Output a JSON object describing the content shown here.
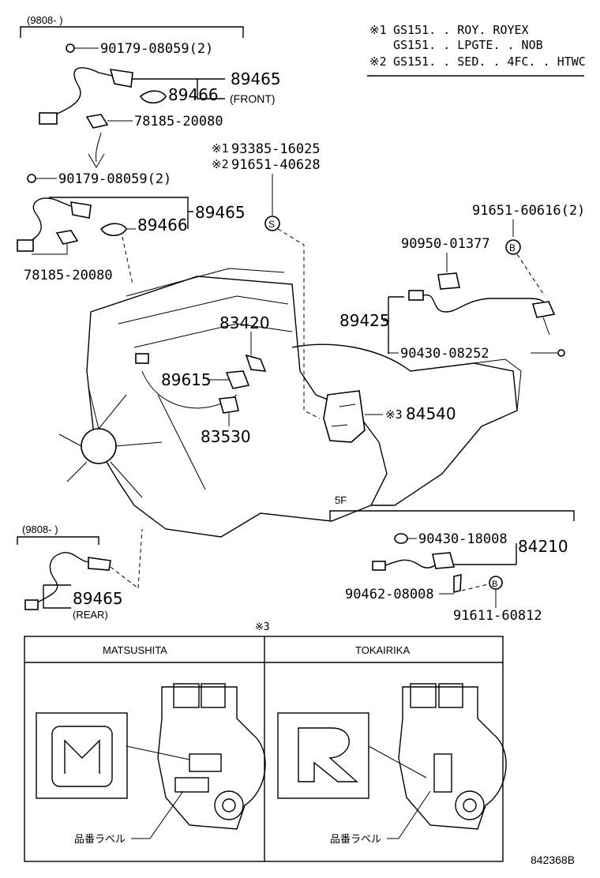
{
  "notes": {
    "n1_mark": "※1",
    "n1_line1": "GS151. . ROY. ROYEX",
    "n1_line2": "GS151. . LPGTE. . NOB",
    "n2_mark": "※2",
    "n2_line": "GS151. . SED. . 4FC. . HTWC"
  },
  "top_group": {
    "range": "(9808-          )",
    "p1": "90179-08059(2)",
    "p2": "89465",
    "p3": "89466",
    "p3_note": "(FRONT)",
    "p4": "78185-20080"
  },
  "mid_group": {
    "p1": "90179-08059(2)",
    "p2": "89465",
    "p3": "89466",
    "p4": "78185-20080"
  },
  "center_parts": {
    "s1_mark": "※1",
    "s1_part": "93385-16025",
    "s2_mark": "※2",
    "s2_part": "91651-40628",
    "s_symbol": "S",
    "p83420": "83420",
    "p89615": "89615",
    "p83530": "83530",
    "p84540_mark": "※3",
    "p84540": "84540"
  },
  "right_group": {
    "p1": "91651-60616(2)",
    "p2": "90950-01377",
    "p3": "89425",
    "p4": "90430-08252",
    "b_symbol": "B"
  },
  "sf_group": {
    "range": "5F",
    "p1": "90430-18008",
    "p2": "84210",
    "p3": "90462-08008",
    "p4": "91611-60812",
    "b_symbol": "B"
  },
  "rear_group": {
    "range": "(9808-        )",
    "p1": "89465",
    "p1_note": "(REAR)"
  },
  "inset": {
    "mark": "※3",
    "left_title": "MATSUSHITA",
    "right_title": "TOKAIRIKA",
    "left_caption": "品番ラベル",
    "right_caption": "品番ラベル"
  },
  "footer_code": "842368B"
}
